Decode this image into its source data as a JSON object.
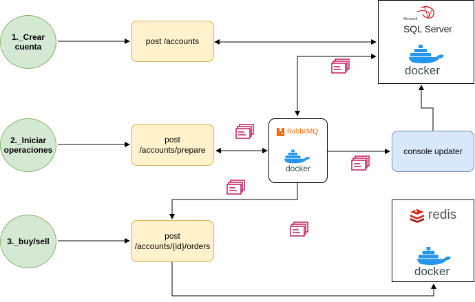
{
  "steps": [
    {
      "label": "1._Crear\ncuenta"
    },
    {
      "label": "2._Iniciar\noperaciones"
    },
    {
      "label": "3._buy/sell"
    }
  ],
  "endpoints": {
    "accounts": "post /accounts",
    "prepare": "post\n/accounts/prepare",
    "orders": "post\n/accounts/{id}/orders"
  },
  "services": {
    "console_updater": "console updater",
    "rabbitmq_brand": "RabbitMQ",
    "rabbitmq_docker": "docker",
    "sqlserver_small": "Microsoft",
    "sqlserver_name": "SQL Server",
    "sqlserver_docker": "docker",
    "redis_name": "redis",
    "redis_docker": "docker"
  },
  "colors": {
    "green_fill": "#d5e8d4",
    "yellow_fill": "#fff2cc",
    "blue_fill": "#dae8fc",
    "message_icon": "#c2185b",
    "docker_blue": "#2496ed",
    "redis_red": "#d82c20",
    "rabbit_orange": "#ff6600"
  },
  "icons": [
    "message-envelope-icon",
    "docker-whale-icon",
    "rabbitmq-logo-icon",
    "sqlserver-logo-icon",
    "redis-logo-icon"
  ]
}
